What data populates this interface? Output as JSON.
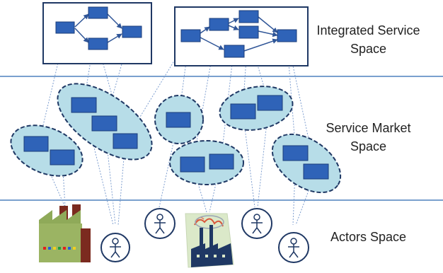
{
  "labels": {
    "integrated": "Integrated Service Space",
    "market": "Service Market Space",
    "actors": "Actors Space"
  },
  "colors": {
    "service_box_fill": "#2f63b8",
    "service_box_stroke": "#1b3d7a",
    "cluster_fill": "#b7dde8",
    "cluster_stroke": "#1f3864",
    "band_line": "#4f81bd",
    "dashed_link": "#7f9fd0",
    "frame": "#1f3864"
  },
  "icons": [
    "factory-icon",
    "person-icon",
    "polluting-factory-icon"
  ]
}
